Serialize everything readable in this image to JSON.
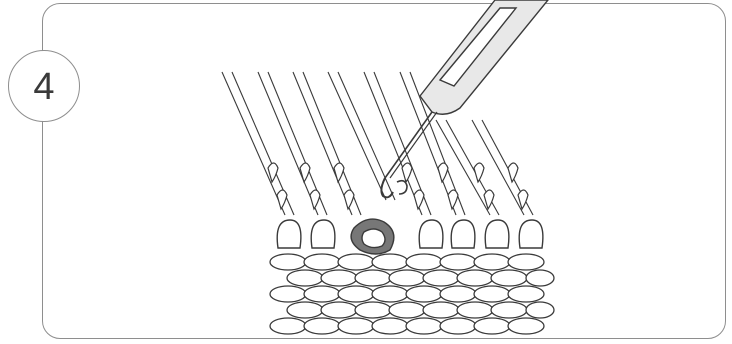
{
  "step": {
    "number": "4"
  },
  "colors": {
    "frame": "#8e8e8e",
    "ink": "#3a3a3a",
    "hook_body": "#e8e8e8",
    "highlight_loop": "#777777"
  },
  "illustration": {
    "subject": "knitting-stitches-with-latch-hook",
    "highlighted_loop": "third-stitch"
  }
}
